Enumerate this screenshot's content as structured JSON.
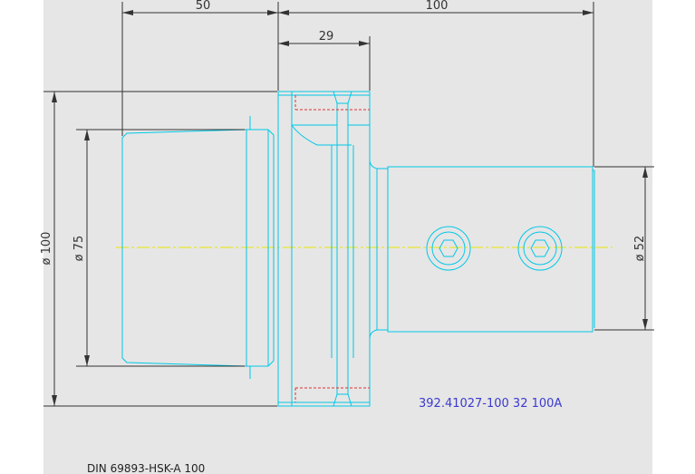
{
  "drawing": {
    "standard_label": "DIN 69893-HSK-A 100",
    "part_number": "392.41027-100 32 100A",
    "dimensions": {
      "length_left": "50",
      "length_total": "100",
      "flange_width": "29",
      "dia_flange": "ø 100",
      "dia_taper": "ø 75",
      "dia_shank": "ø 52"
    }
  },
  "colors": {
    "background": "#ffffff",
    "panel": "#e6e6e6",
    "outline": "#00c8e6",
    "centerline": "#e8e800",
    "hidden": "#e03030",
    "dimension_line": "#333333",
    "part_text": "#3a3ad0"
  }
}
